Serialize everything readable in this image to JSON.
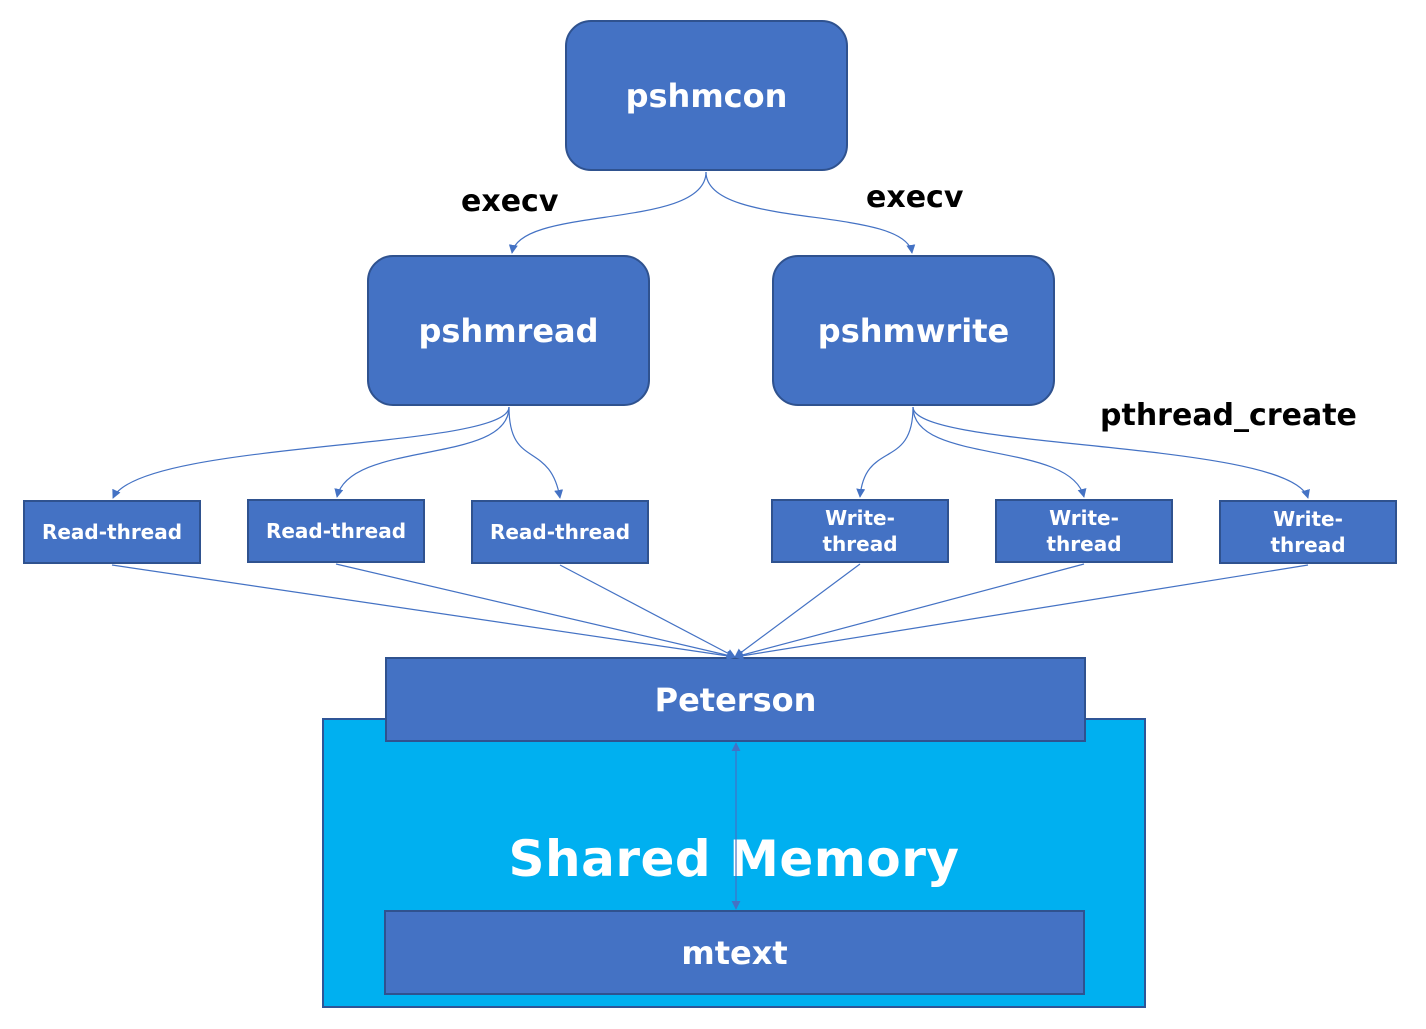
{
  "nodes": {
    "pshmcon": "pshmcon",
    "pshmread": "pshmread",
    "pshmwrite": "pshmwrite",
    "read_threads": [
      "Read-thread",
      "Read-thread",
      "Read-thread"
    ],
    "write_threads": [
      "Write-\nthread",
      "Write-\nthread",
      "Write-\nthread"
    ],
    "peterson": "Peterson",
    "shared_memory": "Shared Memory",
    "mtext": "mtext"
  },
  "edge_labels": {
    "execv_left": "execv",
    "execv_right": "execv",
    "pthread_create": "pthread_create"
  },
  "colors": {
    "node_fill": "#4472c4",
    "node_border": "#2f528f",
    "shared_memory_fill": "#00b0f0",
    "arrow": "#4472c4"
  }
}
